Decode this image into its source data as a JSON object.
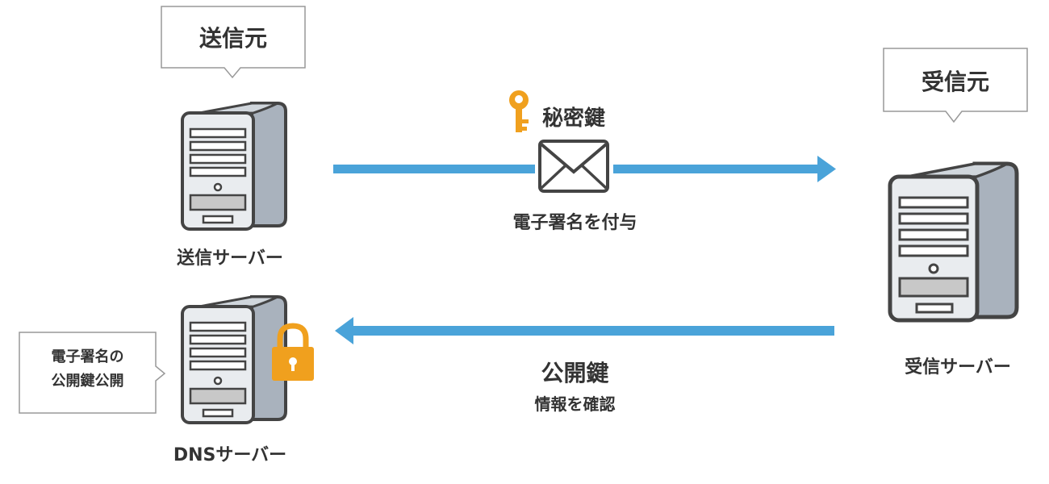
{
  "sender": {
    "bubble": "送信元",
    "server_label": "送信サーバー"
  },
  "receiver": {
    "bubble": "受信元",
    "server_label": "受信サーバー"
  },
  "dns": {
    "bubble_line1": "電子署名の",
    "bubble_line2": "公開鍵公開",
    "server_label": "DNSサーバー"
  },
  "top_flow": {
    "key_label": "秘密鍵",
    "caption": "電子署名を付与"
  },
  "bottom_flow": {
    "key_label": "公開鍵",
    "caption": "情報を確認"
  },
  "colors": {
    "arrow": "#4aa3d9",
    "key": "#f0a01e",
    "lock": "#f0a01e",
    "server_outline": "#444444",
    "bubble_border": "#999999"
  },
  "icons": {
    "server": "server-icon",
    "key": "key-icon",
    "envelope": "envelope-icon",
    "lock": "lock-icon"
  }
}
